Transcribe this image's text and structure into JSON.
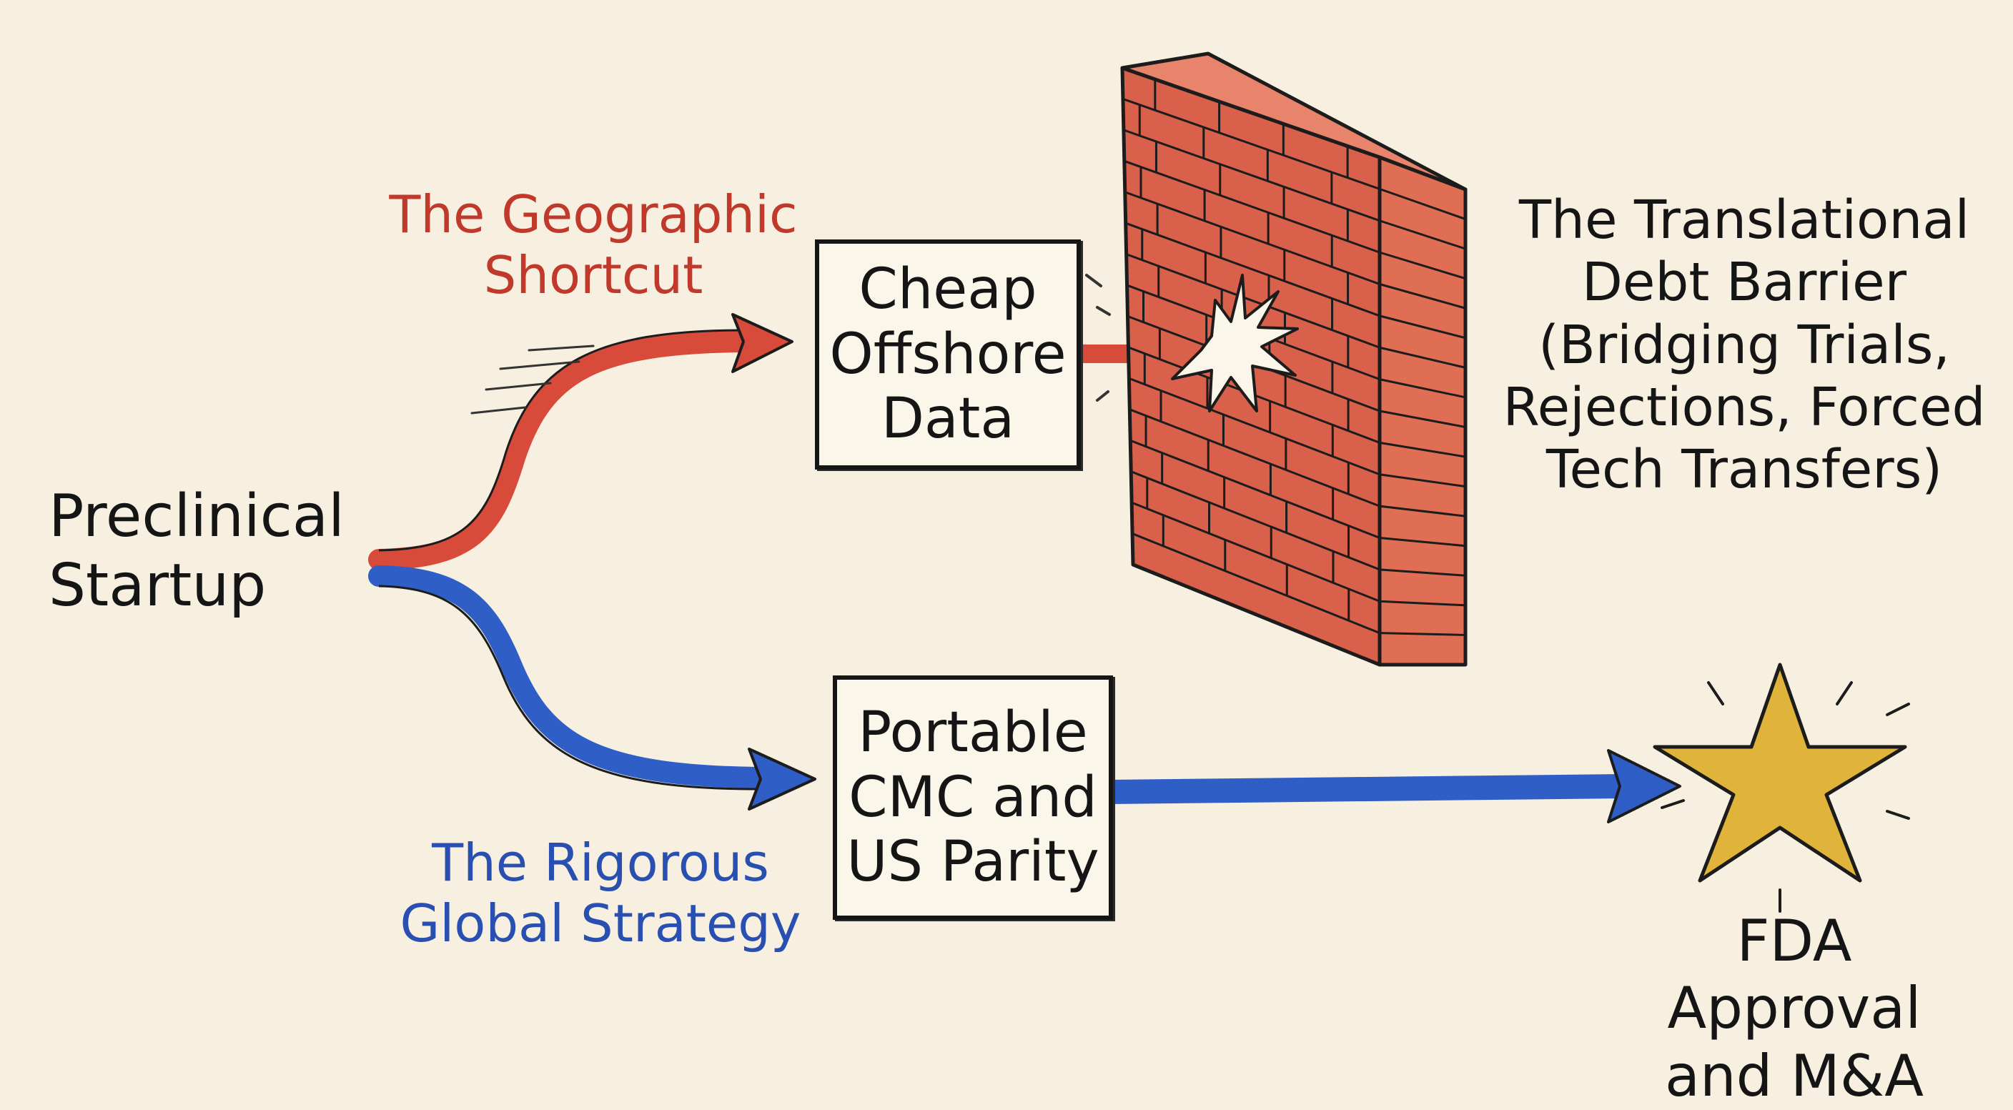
{
  "colors": {
    "background": "#f7f0e1",
    "red_path": "#d84a3a",
    "blue_path": "#2f5ec7",
    "brick": "#d9604a",
    "star": "#e0b33a",
    "ink": "#151515"
  },
  "nodes": {
    "start": {
      "text": "Preclinical\nStartup"
    },
    "offshore_box": {
      "text": "Cheap\nOffshore\nData"
    },
    "parity_box": {
      "text": "Portable\nCMC and\nUS Parity"
    },
    "barrier": {
      "text": "The Translational\nDebt Barrier\n(Bridging Trials,\nRejections, Forced\nTech Transfers)"
    },
    "goal": {
      "text": "FDA Approval\nand M&A"
    }
  },
  "paths": {
    "red_label": "The Geographic\nShortcut",
    "blue_label": "The Rigorous\nGlobal Strategy"
  },
  "icons": {
    "wall": "brick-wall-icon",
    "impact": "impact-burst-icon",
    "goal": "star-icon"
  }
}
